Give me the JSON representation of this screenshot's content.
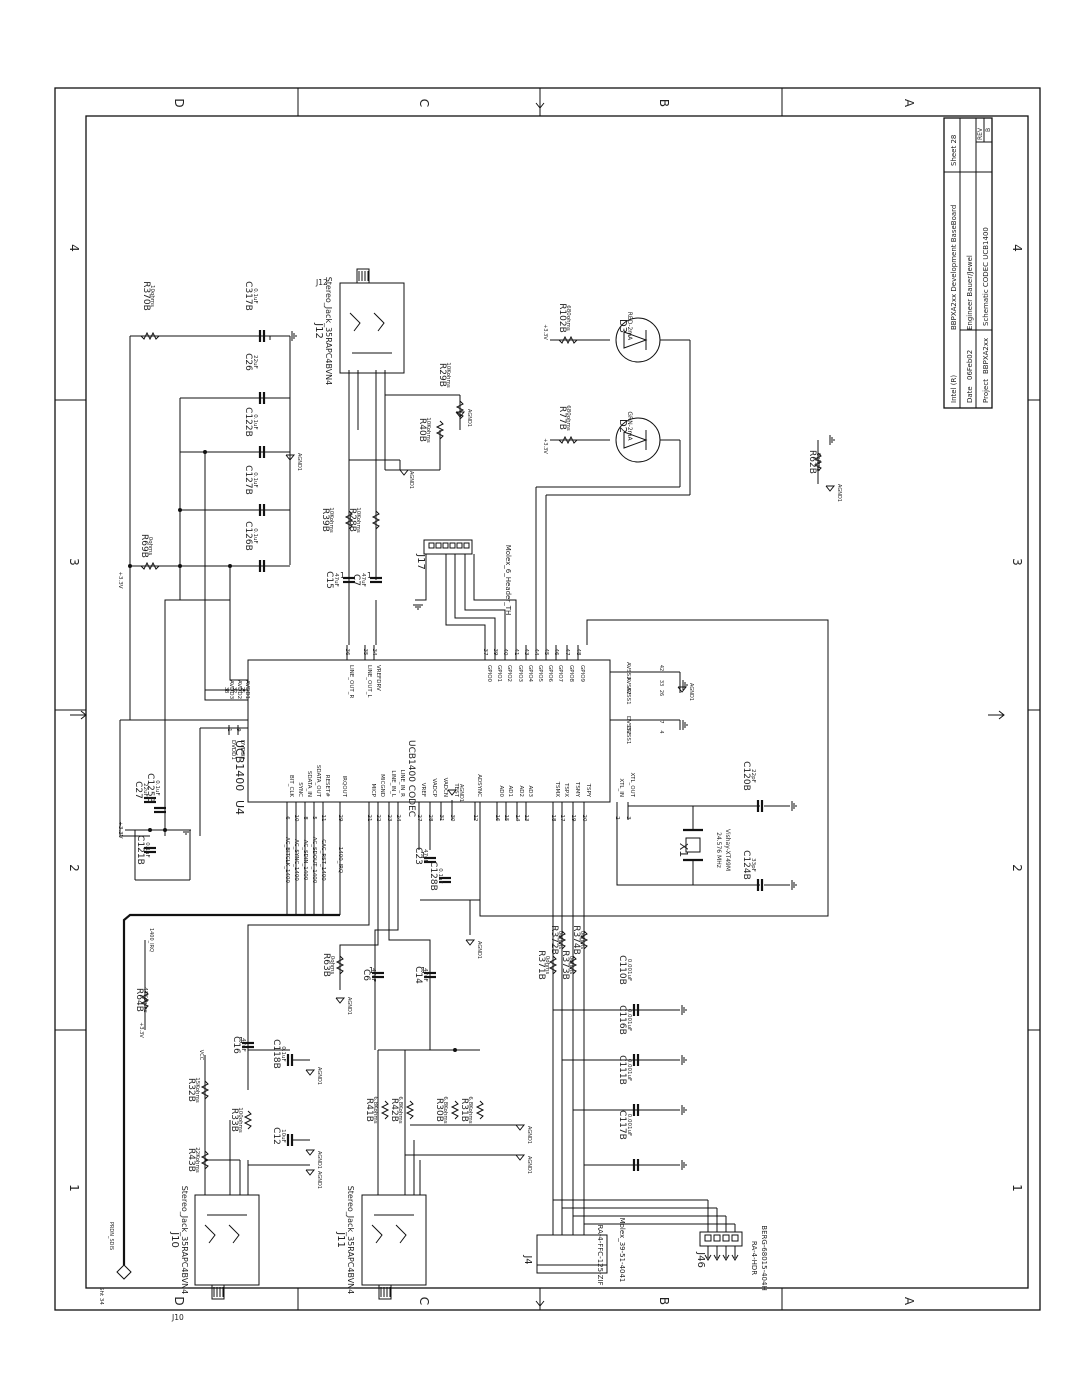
{
  "frame": {
    "zone_letters": [
      "D",
      "C",
      "B",
      "A"
    ],
    "zone_numbers": [
      "4",
      "3",
      "2",
      "1"
    ]
  },
  "title_block": {
    "company": "Intel (R)",
    "board": "BBPXA2xx Development BaseBoard",
    "sheet": "Sheet 28",
    "date_label": "Date",
    "date": "06Feb02",
    "engineer": "Engineer Bauer/Jewel",
    "rev_label": "REV",
    "rev": "B",
    "project_label": "Project",
    "project": "BBPXA2xx",
    "schematic": "Schematic CODEC UCB1400"
  },
  "u4": {
    "ref": "U4",
    "name": "UCB1400",
    "device": "UCB1400 CODEC",
    "left_pins": [
      {
        "num": "1",
        "name": "DVDD1"
      },
      {
        "num": "9",
        "name": "DVDD2"
      },
      {
        "num": "6",
        "name": "BIT_CLK"
      },
      {
        "num": "10",
        "name": "SYNC"
      },
      {
        "num": "8",
        "name": "SDATA_IN"
      },
      {
        "num": "5",
        "name": "SDATA_OUT"
      },
      {
        "num": "11",
        "name": "RESET#"
      },
      {
        "num": "29",
        "name": "IRQOUT"
      },
      {
        "num": "21",
        "name": "MICP"
      },
      {
        "num": "22",
        "name": "MICGND"
      },
      {
        "num": "23",
        "name": "LINE_IN_L"
      },
      {
        "num": "24",
        "name": "LINE_IN_R"
      },
      {
        "num": "27",
        "name": "VREF"
      },
      {
        "num": "28",
        "name": "VADCP"
      },
      {
        "num": "31",
        "name": "VADCN"
      },
      {
        "num": "30",
        "name": "TEST"
      },
      {
        "num": "12",
        "name": "ADSYNC"
      },
      {
        "num": "16",
        "name": "AD0"
      },
      {
        "num": "15",
        "name": "AD1"
      },
      {
        "num": "14",
        "name": "AD2"
      },
      {
        "num": "13",
        "name": "AD3"
      },
      {
        "num": "18",
        "name": "TSMX"
      },
      {
        "num": "17",
        "name": "TSPX"
      },
      {
        "num": "19",
        "name": "TSMY"
      },
      {
        "num": "20",
        "name": "TSPY"
      },
      {
        "num": "2",
        "name": "XTL_IN"
      },
      {
        "num": "3",
        "name": "XTL_OUT"
      }
    ],
    "top_pins": [
      {
        "num": "25",
        "name": "AVDD1"
      },
      {
        "num": "32",
        "name": "AVDD2"
      },
      {
        "num": "38",
        "name": "AVDD3"
      },
      {
        "num": "36",
        "name": "LINE_OUT_R"
      },
      {
        "num": "35",
        "name": "LINE_OUT_L"
      },
      {
        "num": "34",
        "name": "VREFDRV"
      },
      {
        "num": "37",
        "name": "GPIO0"
      },
      {
        "num": "39",
        "name": "GPIO1"
      },
      {
        "num": "40",
        "name": "GPIO2"
      },
      {
        "num": "41",
        "name": "GPIO3"
      },
      {
        "num": "43",
        "name": "GPIO4"
      },
      {
        "num": "44",
        "name": "GPIO5"
      },
      {
        "num": "45",
        "name": "GPIO6"
      },
      {
        "num": "46",
        "name": "GPIO7"
      },
      {
        "num": "47",
        "name": "GPIO8"
      },
      {
        "num": "48",
        "name": "GPIO9"
      }
    ],
    "right_pins": [
      {
        "num": "42",
        "name": "AVSS3"
      },
      {
        "num": "33",
        "name": "AVSS2"
      },
      {
        "num": "26",
        "name": "AVSS1"
      },
      {
        "num": "7",
        "name": "DVSS2"
      },
      {
        "num": "4",
        "name": "DVSS1"
      }
    ]
  },
  "nets": {
    "ac_bus": [
      "AC_BITCLK_1400",
      "AC_SYNC_1400",
      "AC_SDIN_1400",
      "AC_SDOUT_1400",
      "CAC_RST_1400",
      "1400_IRQ"
    ],
    "irq": "1400_IRQ",
    "prdn": "PRDN_SDIS",
    "sht": "Sht 34",
    "p33": "+3.3V",
    "vcc": "VCC"
  },
  "ground_label": "AGND1",
  "components": {
    "C317B": {
      "ref": "C317B",
      "val": "0.1uF"
    },
    "R370B": {
      "ref": "R370B",
      "val": "10ohms"
    },
    "C26": {
      "ref": "C26",
      "val": "22uF"
    },
    "C122B": {
      "ref": "C122B",
      "val": "0.1uF"
    },
    "C127B": {
      "ref": "C127B",
      "val": "0.1uF"
    },
    "C126B": {
      "ref": "C126B",
      "val": "0.1uF"
    },
    "R69B": {
      "ref": "R69B",
      "val": "0ohms"
    },
    "C27": {
      "ref": "C27",
      "val": "22uF"
    },
    "C125B": {
      "ref": "C125B",
      "val": "0.1uF"
    },
    "C121B": {
      "ref": "C121B",
      "val": "0.1uF"
    },
    "C128B": {
      "ref": "C128B",
      "val": "0.1uF"
    },
    "C23": {
      "ref": "C23",
      "val": "47uF"
    },
    "C15": {
      "ref": "C15",
      "val": "47uF"
    },
    "C7": {
      "ref": "C7",
      "val": "47uF"
    },
    "R39B": {
      "ref": "R39B",
      "val": "10Kohms"
    },
    "R28B": {
      "ref": "R28B",
      "val": "10Kohms"
    },
    "R40B": {
      "ref": "R40B",
      "val": "10Kohms"
    },
    "R29B": {
      "ref": "R29B",
      "val": "10Kohms"
    },
    "J12": {
      "ref": "J12",
      "val": "Stereo_Jack_35RAPC4BVN4"
    },
    "J17": {
      "ref": "J17",
      "val": "Molex_6_Header_TH"
    },
    "R77B": {
      "ref": "R77B",
      "val": "680ohms"
    },
    "R102B": {
      "ref": "R102B",
      "val": "680ohms"
    },
    "D2": {
      "ref": "D2",
      "val": "GRN-2mA"
    },
    "D3": {
      "ref": "D3",
      "val": "RED-2mA"
    },
    "R62B": {
      "ref": "R62B",
      "val": "0ohms"
    },
    "C120B": {
      "ref": "C120B",
      "val": "22pF"
    },
    "C124B": {
      "ref": "C124B",
      "val": "33pF"
    },
    "X1": {
      "ref": "X1",
      "val": "24.576 MHz",
      "part": "Vishay-XT49M"
    },
    "R64B": {
      "ref": "R64B",
      "val": "47Kohms"
    },
    "R63B": {
      "ref": "R63B",
      "val": "0ohms"
    },
    "C6": {
      "ref": "C6",
      "val": "47uF"
    },
    "C14": {
      "ref": "C14",
      "val": "47uF"
    },
    "C16": {
      "ref": "C16",
      "val": "47uF"
    },
    "C118B": {
      "ref": "C118B",
      "val": "0.1uF"
    },
    "R32B": {
      "ref": "R32B",
      "val": "15Kohms"
    },
    "R33B": {
      "ref": "R33B",
      "val": "100ohms"
    },
    "C12": {
      "ref": "C12",
      "val": "10uF"
    },
    "R43B": {
      "ref": "R43B",
      "val": "22Kohms"
    },
    "R41B": {
      "ref": "R41B",
      "val": "6.8Kohms"
    },
    "R42B": {
      "ref": "R42B",
      "val": "6.8Kohms"
    },
    "R30B": {
      "ref": "R30B",
      "val": "6.8Kohms"
    },
    "R31B": {
      "ref": "R31B",
      "val": "6.8Kohms"
    },
    "R371B": {
      "ref": "R371B",
      "val": "0ohms"
    },
    "R372B": {
      "ref": "R372B",
      "val": "0ohms"
    },
    "R373B": {
      "ref": "R373B",
      "val": "0ohms"
    },
    "R374B": {
      "ref": "R374B",
      "val": "0ohms"
    },
    "C110B": {
      "ref": "C110B",
      "val": "0.001uF"
    },
    "C116B": {
      "ref": "C116B",
      "val": "0.001uF"
    },
    "C111B": {
      "ref": "C111B",
      "val": "0.001uF"
    },
    "C117B": {
      "ref": "C117B",
      "val": "0.001uF"
    },
    "J10": {
      "ref": "J10",
      "val": "Stereo_Jack_35RAPC4BVN4"
    },
    "J11": {
      "ref": "J11",
      "val": "Stereo_Jack_35RAPC4BVN4"
    },
    "J4": {
      "ref": "J4",
      "val": "RA-4-FFC-125-ZIF",
      "part": "Molex_39-51-4041"
    },
    "J46": {
      "ref": "J46",
      "val": "RA-4-HDR",
      "part": "BERG-68015-404H"
    }
  }
}
